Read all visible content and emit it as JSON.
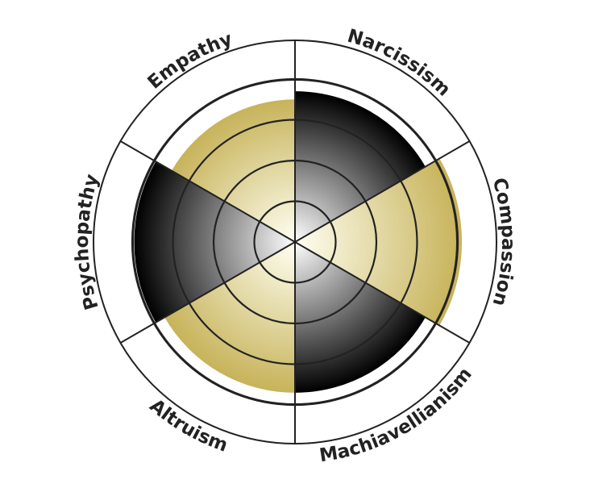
{
  "chart_data": {
    "type": "polar-area",
    "title": "",
    "categories": [
      "Narcissism",
      "Compassion",
      "Machiavellianism",
      "Altruism",
      "Psychopathy",
      "Empathy"
    ],
    "values": [
      3.7,
      4.1,
      3.7,
      3.7,
      3.95,
      3.5
    ],
    "kinds": [
      "dark",
      "light",
      "dark",
      "light",
      "dark",
      "light"
    ],
    "grid_levels": [
      1,
      2,
      3,
      4
    ],
    "rlim": [
      0,
      4
    ],
    "colors": {
      "light_edge": "#c7b35a",
      "light_center": "#fffff2",
      "dark_edge": "#000000",
      "dark_center": "#ffffff",
      "line": "#222222"
    }
  }
}
